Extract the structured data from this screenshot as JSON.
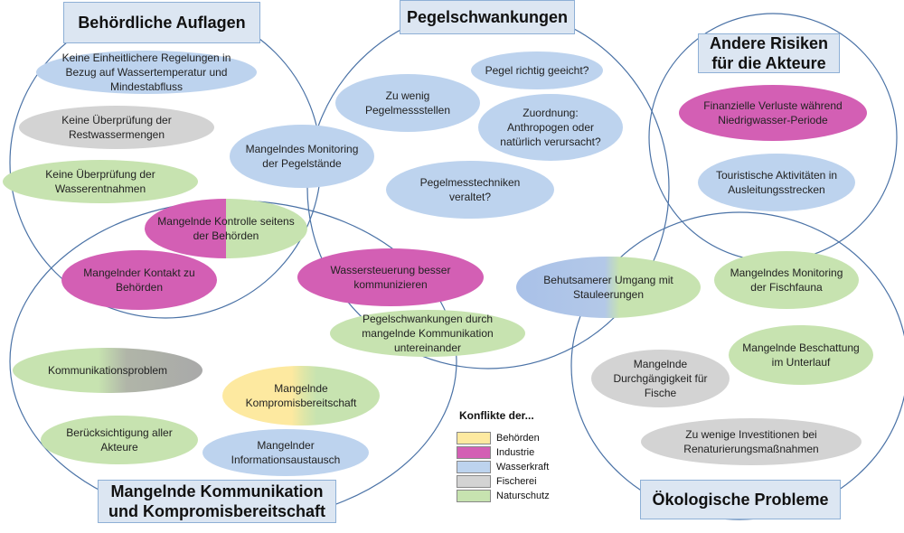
{
  "colors": {
    "behoerden": "#fde9a0",
    "industrie": "#d35fb4",
    "wasserkraft": "#bdd3ee",
    "fischerei": "#d3d3d3",
    "naturschutz": "#c7e3b0",
    "circle_stroke": "#4a72a6"
  },
  "titles": {
    "behoerdliche_auflagen": "Behördliche Auflagen",
    "pegelschwankungen": "Pegelschwankungen",
    "andere_risiken_line1": "Andere Risiken",
    "andere_risiken_line2": "für die Akteure",
    "kommunikation_line1": "Mangelnde Kommunikation",
    "kommunikation_line2": "und Kompromisbereitschaft",
    "oekologische_probleme": "Ökologische Probleme"
  },
  "issues": {
    "regelungen": "Keine Einheitlichere Regelungen in Bezug auf Wassertemperatur und Mindestabfluss",
    "restwasser": "Keine Überprüfung der Restwassermengen",
    "wasserentnahmen": "Keine Überprüfung der Wasserentnahmen",
    "monitoring_pegel": "Mangelndes Monitoring der Pegelstände",
    "kontrolle": "Mangelnde Kontrolle seitens der Behörden",
    "kontakt": "Mangelnder Kontakt zu Behörden",
    "zu_wenig_pegel": "Zu wenig Pegelmessstellen",
    "pegel_richtig": "Pegel richtig geeicht?",
    "zuordnung": "Zuordnung: Anthropogen oder natürlich verursacht?",
    "pegeltechniken": "Pegelmesstechniken veraltet?",
    "wassersteuerung": "Wassersteuerung besser kommunizieren",
    "pegelschwankungen_komm": "Pegelschwankungen durch mangelnde Kommunikation untereinander",
    "finanzielle_verluste": "Finanzielle Verluste während Niedrigwasser-Periode",
    "touristische": "Touristische Aktivitäten in Ausleitungsstrecken",
    "behutsamer": "Behutsamerer Umgang mit Stauleerungen",
    "monitoring_fisch": "Mangelndes Monitoring der Fischfauna",
    "beschattung": "Mangelnde Beschattung im Unterlauf",
    "durchgaengigkeit": "Mangelnde Durchgängigkeit für Fische",
    "investitionen": "Zu wenige Investitionen bei Renaturierungsmaßnahmen",
    "kommunikationsproblem": "Kommunikationsproblem",
    "kompromiss": "Mangelnde Kompromisbereitschaft",
    "beruecksichtigung": "Berücksichtigung aller Akteure",
    "informationsaustausch": "Mangelnder Informationsaustausch"
  },
  "legend": {
    "title": "Konflikte der...",
    "items": [
      {
        "label": "Behörden",
        "color": "#fde9a0"
      },
      {
        "label": "Industrie",
        "color": "#d35fb4"
      },
      {
        "label": "Wasserkraft",
        "color": "#bdd3ee"
      },
      {
        "label": "Fischerei",
        "color": "#d3d3d3"
      },
      {
        "label": "Naturschutz",
        "color": "#c7e3b0"
      }
    ]
  }
}
